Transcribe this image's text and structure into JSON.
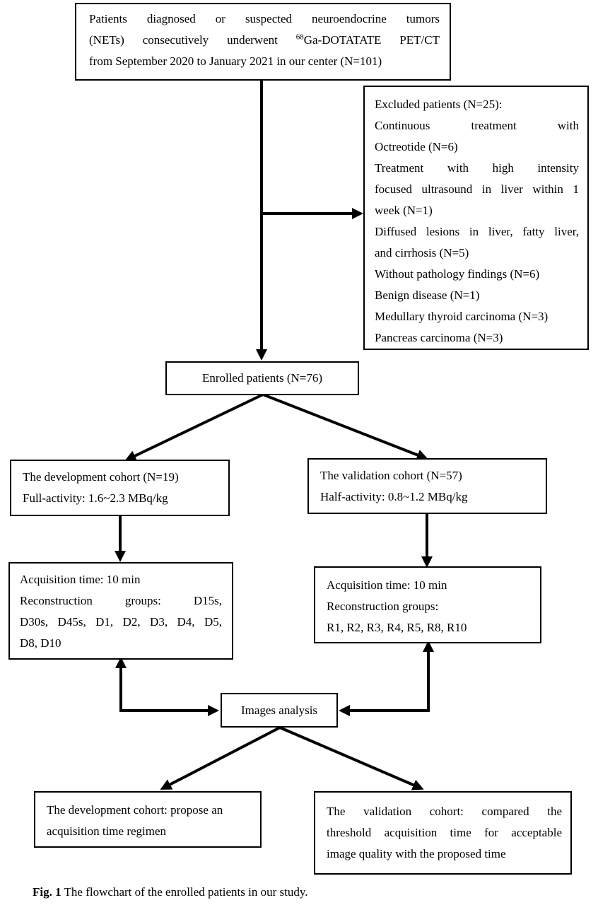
{
  "top_box": {
    "line1": "Patients diagnosed or suspected neuroendocrine tumors",
    "line2_pre": "(NETs) consecutively underwent ",
    "line2_sup": "68",
    "line2_post": "Ga-DOTATATE PET/CT",
    "line3": "from September 2020 to January 2021 in our center (N=101)"
  },
  "excluded_box": {
    "lines": [
      "Excluded patients (N=25):",
      "Continuous treatment with",
      "Octreotide (N=6)",
      "Treatment with high intensity",
      "focused ultrasound in liver within 1",
      "week (N=1)",
      "Diffused lesions in liver, fatty liver,",
      "and cirrhosis (N=5)",
      "Without pathology findings (N=6)",
      "Benign disease (N=1)",
      "Medullary thyroid carcinoma (N=3)",
      "Pancreas carcinoma (N=3)"
    ]
  },
  "enrolled_box": {
    "label": "Enrolled patients (N=76)"
  },
  "dev_cohort_box": {
    "line1": "The development cohort (N=19)",
    "line2": "Full-activity: 1.6~2.3 MBq/kg"
  },
  "val_cohort_box": {
    "line1": "The validation cohort (N=57)",
    "line2": "Half-activity: 0.8~1.2 MBq/kg"
  },
  "dev_acq_box": {
    "line1": "Acquisition time: 10 min",
    "line2": "Reconstruction groups: D15s,",
    "line3": "D30s, D45s, D1, D2, D3, D4, D5,",
    "line4": "D8, D10"
  },
  "val_acq_box": {
    "line1": "Acquisition time: 10 min",
    "line2": "Reconstruction groups:",
    "line3": "R1, R2, R3, R4, R5, R8, R10"
  },
  "analysis_box": {
    "label": "Images analysis"
  },
  "dev_result_box": {
    "line1": "The development cohort: propose an",
    "line2": "acquisition time regimen"
  },
  "val_result_box": {
    "line1": "The validation cohort: compared the",
    "line2": "threshold acquisition time for acceptable",
    "line3": "image quality with the proposed time"
  },
  "caption": {
    "label": "Fig. 1",
    "text": " The flowchart of the enrolled patients in our study."
  }
}
